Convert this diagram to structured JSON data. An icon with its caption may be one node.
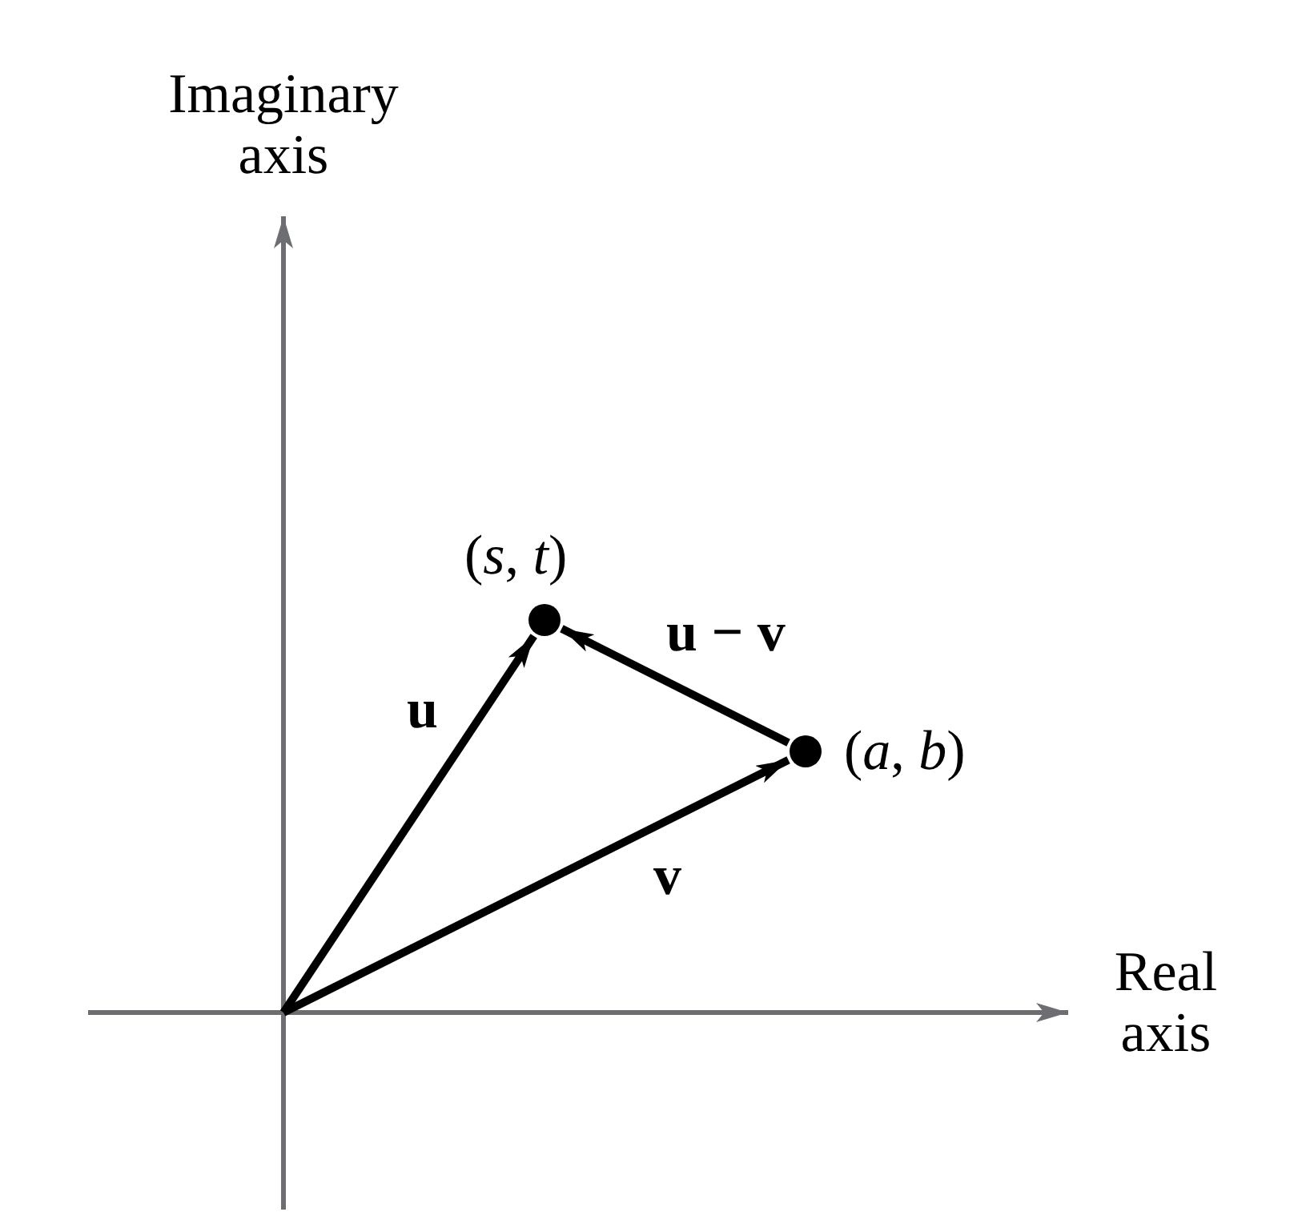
{
  "diagram": {
    "nodes": [
      {
        "text": [],
        "shape": "circle",
        "beside": [
          "(*s*, *t*)"
        ]
      },
      {
        "text": [],
        "shape": "circle",
        "beside": [
          "(*a*, *b*)"
        ]
      }
    ],
    "edges": [
      {
        "from": null,
        "to": 0,
        "arrow": "to",
        "label": "u"
      },
      {
        "from": null,
        "to": 1,
        "arrow": "to",
        "label": "v"
      },
      {
        "from": 1,
        "to": 0,
        "arrow": "to",
        "label": "u − v"
      }
    ],
    "labels": [
      "Imaginary axis",
      "Real axis"
    ]
  }
}
